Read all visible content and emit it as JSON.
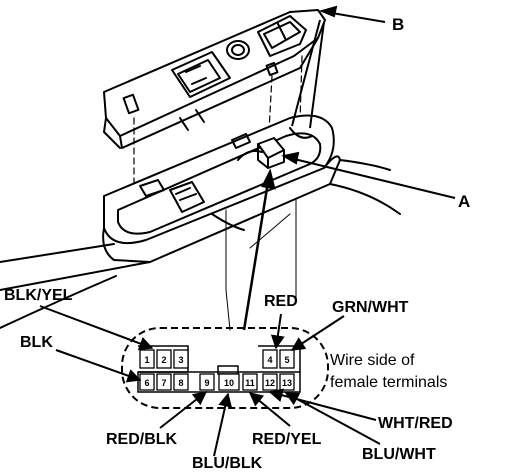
{
  "callouts": {
    "a": "A",
    "b": "B"
  },
  "wires": {
    "blk_yel": "BLK/YEL",
    "blk": "BLK",
    "red": "RED",
    "grn_wht": "GRN/WHT",
    "red_blk": "RED/BLK",
    "blu_blk": "BLU/BLK",
    "red_yel": "RED/YEL",
    "wht_red": "WHT/RED",
    "blu_wht": "BLU/WHT"
  },
  "connector": {
    "note_line1": "Wire side of",
    "note_line2": "female terminals",
    "pins": [
      "1",
      "2",
      "3",
      "4",
      "5",
      "6",
      "7",
      "8",
      "9",
      "10",
      "11",
      "12",
      "13"
    ]
  }
}
